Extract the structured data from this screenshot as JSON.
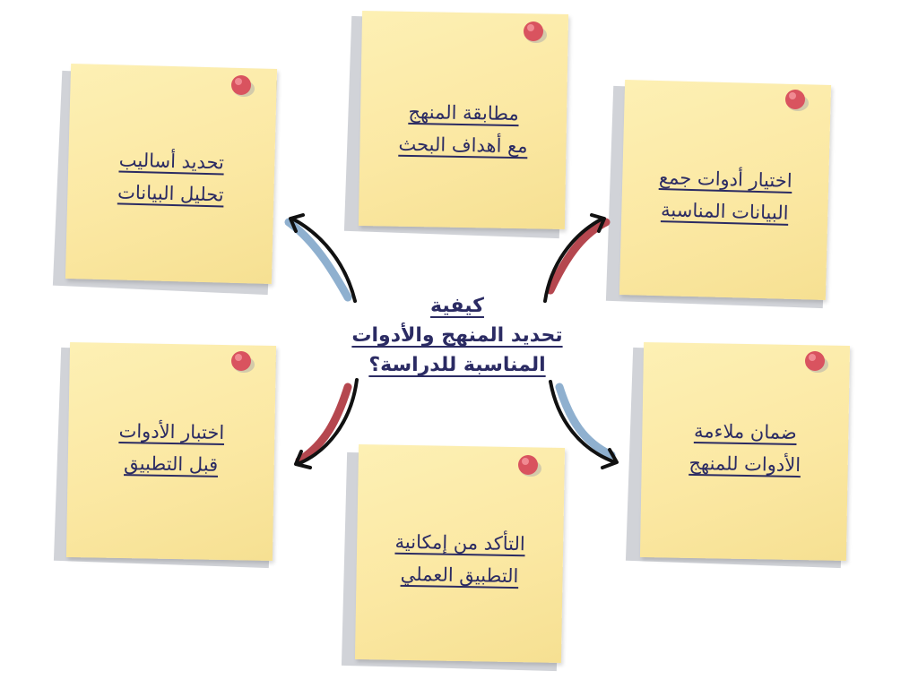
{
  "center": {
    "line1": "كيفية",
    "line2": "تحديد المنهج والأدوات",
    "line3": "المناسبة للدراسة؟"
  },
  "notes": [
    {
      "line1": "مطابقة المنهج",
      "line2": "مع أهداف البحث"
    },
    {
      "line1": "تحديد أساليب",
      "line2": "تحليل البيانات"
    },
    {
      "line1": "اختيار أدوات جمع",
      "line2": "البيانات المناسبة"
    },
    {
      "line1": "اختبار الأدوات",
      "line2": "قبل التطبيق"
    },
    {
      "line1": "ضمان ملاءمة",
      "line2": "الأدوات للمنهج"
    },
    {
      "line1": "التأكد من إمكانية",
      "line2": "التطبيق العملي"
    }
  ],
  "colors": {
    "note": "#fbe8a3",
    "text": "#2b2b63",
    "pin": "#d9535f",
    "arrow_red": "#b5474f",
    "arrow_blue": "#8fb0cf"
  }
}
